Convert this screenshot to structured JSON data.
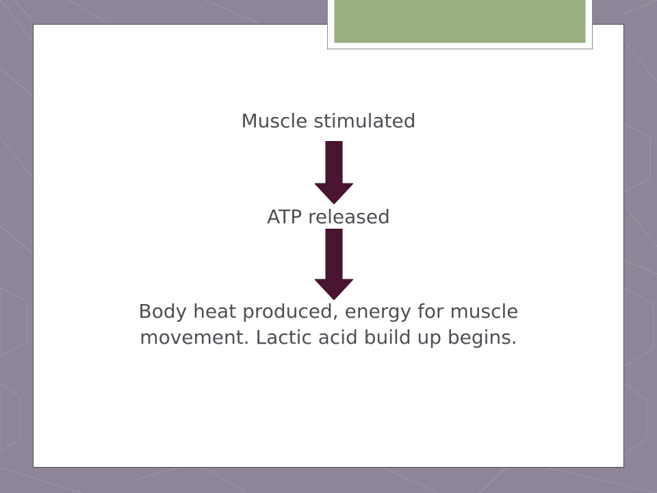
{
  "steps": [
    "Muscle stimulated",
    "ATP released",
    "Body heat produced, energy for muscle movement.  Lactic acid build up begins."
  ],
  "colors": {
    "background": "#8f8585",
    "slide": "#ffffff",
    "title_plate_fill": "#9bb07e",
    "arrow": "#4a1530",
    "text": "#514d55"
  }
}
